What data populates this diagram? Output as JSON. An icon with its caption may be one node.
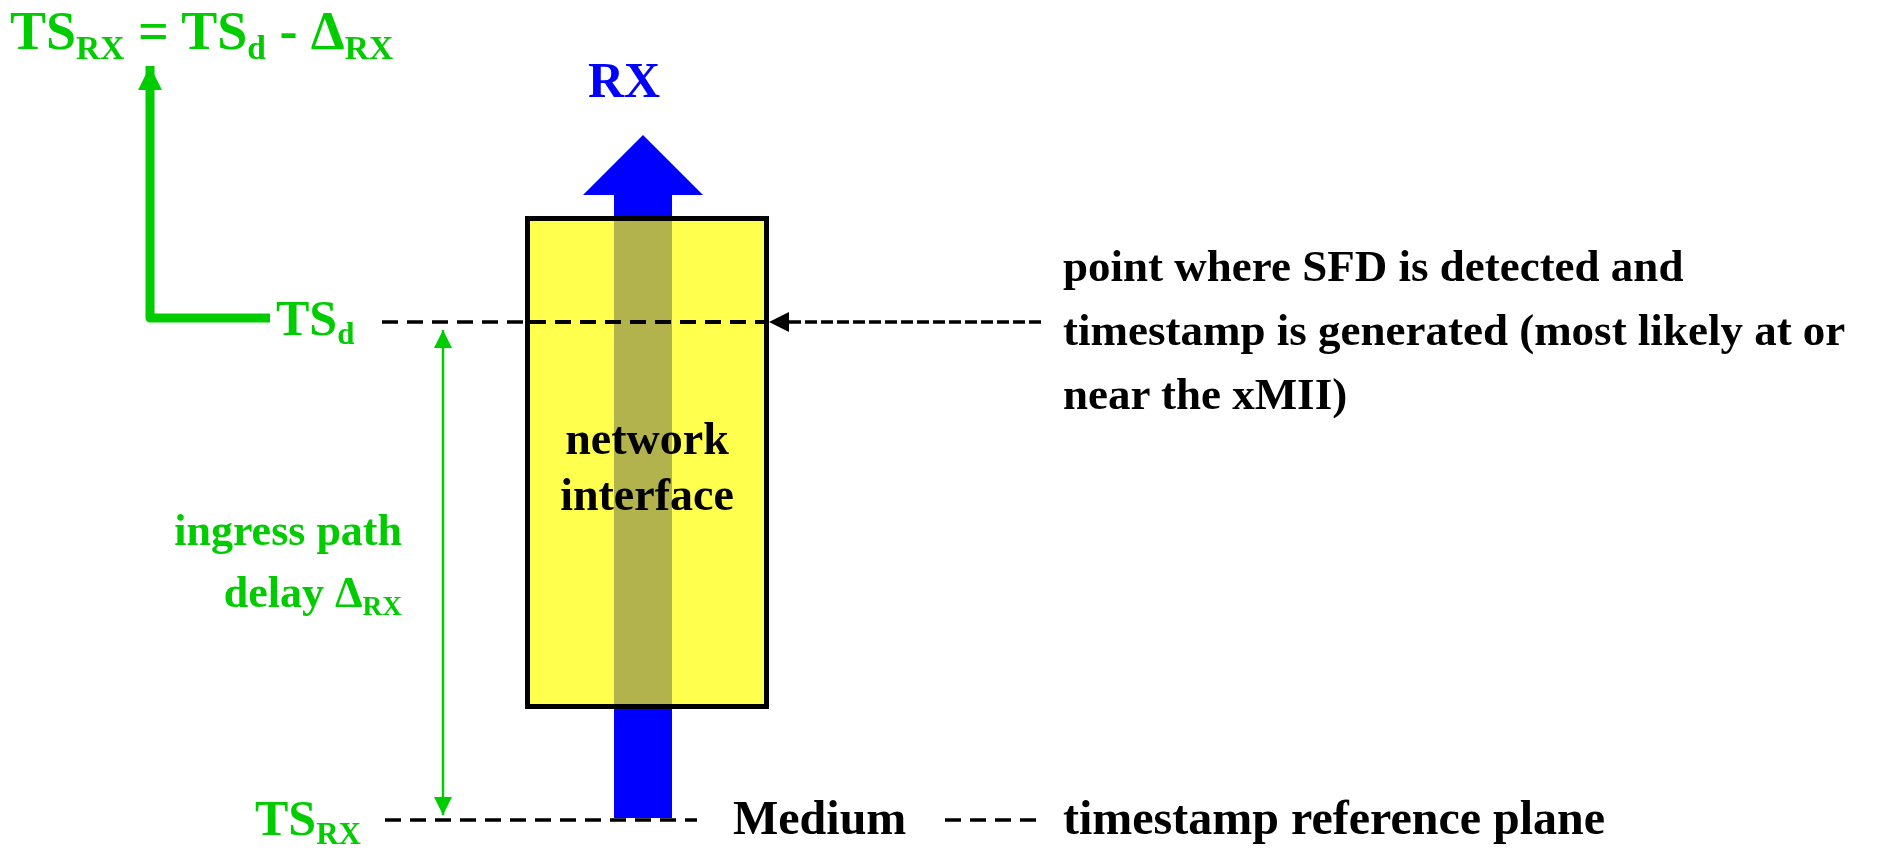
{
  "diagram": {
    "nodes": [
      {
        "text": [
          "TS$_{RX}$ = TS$_{d}$ - Δ$_{RX}$"
        ]
      },
      {
        "text": [
          "TS$_{d}$"
        ]
      },
      {
        "text": [
          "network interface"
        ]
      },
      {
        "text": [
          "point where SFD is detected and timestamp is generated (most likely at or near the xMII)"
        ]
      },
      {
        "text": [
          "TS$_{RX}$"
        ]
      },
      {
        "text": [
          "Medium"
        ]
      },
      {
        "text": [
          "timestamp reference plane"
        ]
      }
    ],
    "edges": [
      {
        "from": 1,
        "to": 0,
        "arrow": "to",
        "style": "thick",
        "color": "#00cc00"
      },
      {
        "from": 1,
        "to": 2,
        "arrow": "none",
        "style": "dashed"
      },
      {
        "from": 3,
        "to": 2,
        "arrow": "to",
        "style": "dashed"
      },
      {
        "from": 4,
        "to": 5,
        "arrow": "none",
        "style": "dashed"
      },
      {
        "from": 5,
        "to": 6,
        "arrow": "none",
        "style": "dashed"
      }
    ],
    "labels": [
      "RX",
      "ingress path delay Δ$_{RX}$"
    ]
  }
}
